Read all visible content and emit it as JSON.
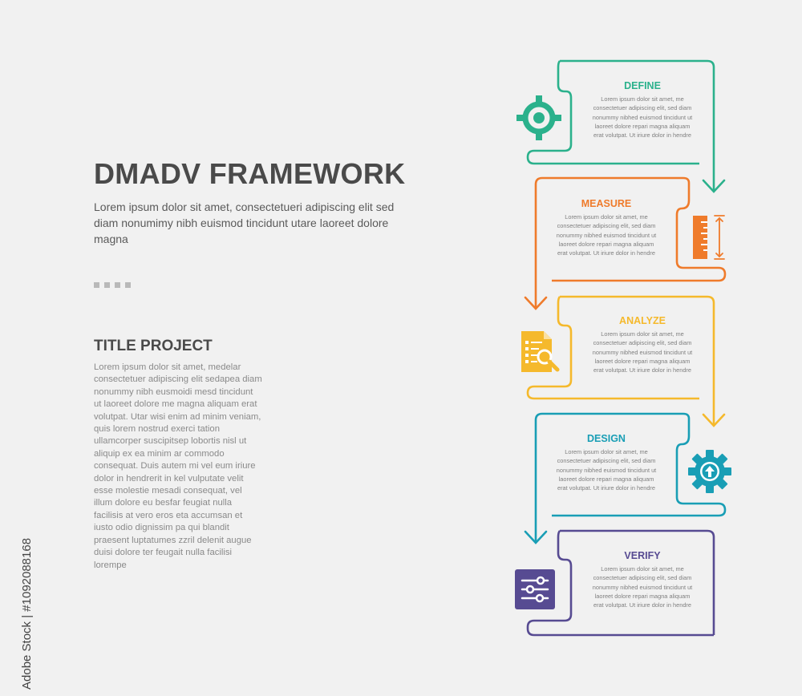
{
  "header": {
    "title": "DMADV FRAMEWORK",
    "description": "Lorem ipsum dolor sit amet, consectetueri adipiscing elit sed diam nonumimy nibh euismod tincidunt utare laoreet dolore magna"
  },
  "project": {
    "title": "TITLE PROJECT",
    "body": "Lorem ipsum dolor sit amet, medelar consectetuer adipiscing elit sedapea diam nonummy nibh eusmoidi mesd tincidunt ut laoreet dolore me magna aliquam erat volutpat. Utar wisi enim ad minim veniam, quis lorem nostrud exerci tation ullamcorper suscipitsep lobortis nisl ut aliquip ex ea minim ar commodo consequat. Duis autem mi vel eum iriure dolor in hendrerit in kel vulputate velit esse molestie mesadi consequat, vel illum dolore eu besfar feugiat nulla facilisis at vero eros eta accumsan et iusto odio dignissim pa qui blandit praesent luptatumes zzril delenit augue duisi dolore ter feugait nulla facilisi lorempe"
  },
  "credit": "Adobe Stock | #1092088168",
  "steps": [
    {
      "title": "DEFINE",
      "color": "#2bb18c",
      "icon": "target-icon",
      "body": "Lorem ipsum dolor sit amet, me consectetuer adipiscing elit, sed diam nonummy nibhed euismod tincidunt ut laoreet dolore repari magna aliquam erat volutpat. Ut iriure dolor in hendre"
    },
    {
      "title": "MEASURE",
      "color": "#ef7b2b",
      "icon": "ruler-icon",
      "body": "Lorem ipsum dolor sit amet, me consectetuer adipiscing elit, sed diam nonummy nibhed euismod tincidunt ut laoreet dolore repari magna aliquam erat volutpat. Ut iriure dolor in hendre"
    },
    {
      "title": "ANALYZE",
      "color": "#f5b92c",
      "icon": "document-search-icon",
      "body": "Lorem ipsum dolor sit amet, me consectetuer adipiscing elit, sed diam nonummy nibhed euismod tincidunt ut laoreet dolore repari magna aliquam erat volutpat. Ut iriure dolor in hendre"
    },
    {
      "title": "DESIGN",
      "color": "#199eb5",
      "icon": "gear-upload-icon",
      "body": "Lorem ipsum dolor sit amet, me consectetuer adipiscing elit, sed diam nonummy nibhed euismod tincidunt ut laoreet dolore repari magna aliquam erat volutpat. Ut iriure dolor in hendre"
    },
    {
      "title": "VERIFY",
      "color": "#574b92",
      "icon": "sliders-icon",
      "body": "Lorem ipsum dolor sit amet, me consectetuer adipiscing elit, sed diam nonummy nibhed euismod tincidunt ut laoreet dolore repari magna aliquam erat volutpat. Ut iriure dolor in hendre"
    }
  ]
}
